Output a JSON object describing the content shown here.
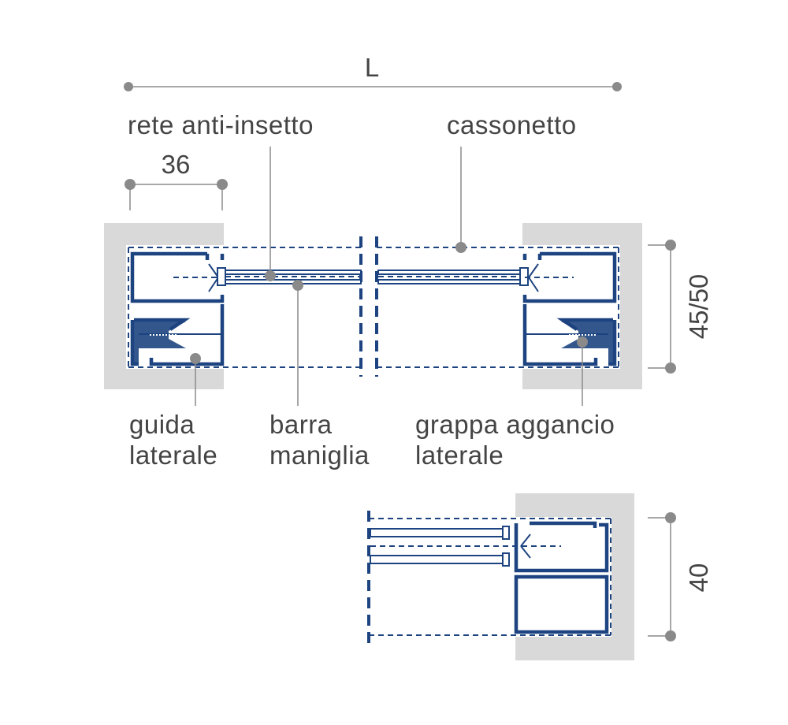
{
  "dimensions": {
    "width_label": "L",
    "side_label": "36",
    "height_top_label": "45/50",
    "height_bottom_label": "40"
  },
  "labels": {
    "net": "rete anti-insetto",
    "box": "cassonetto",
    "guide_line1": "guida",
    "guide_line2": "laterale",
    "handle_line1": "barra",
    "handle_line2": "maniglia",
    "clamp_line1": "grappa aggancio",
    "clamp_line2": "laterale"
  },
  "colors": {
    "profile": "#1d4480",
    "wall": "#d9d9d9",
    "leader": "#8a8a8a",
    "text": "#444444"
  }
}
